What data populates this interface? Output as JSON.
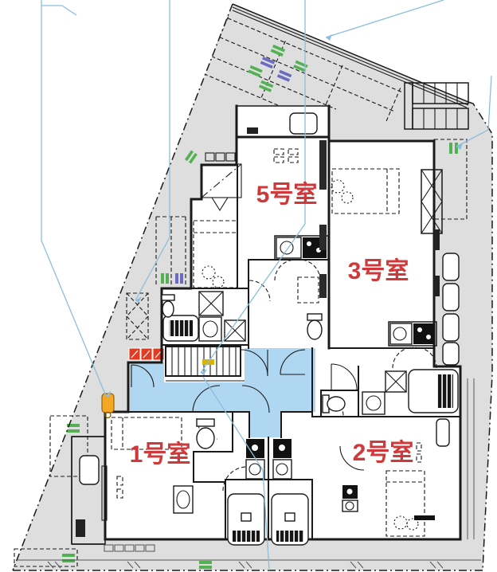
{
  "plan": {
    "type": "apartment-floor-plan",
    "rooms": [
      {
        "id": "room-1",
        "label": "1号室"
      },
      {
        "id": "room-2",
        "label": "2号室"
      },
      {
        "id": "room-3",
        "label": "3号室"
      },
      {
        "id": "room-5",
        "label": "5号室"
      }
    ]
  },
  "colors": {
    "site_gray": "#DEDEDE",
    "rack_gray": "#D6D6D6",
    "building_white": "#FFFFFF",
    "corridor_blue": "#AFD7F2",
    "entrance_tile_red": "#E23B23",
    "bicycle_area_green": "#CDE8AC",
    "planting_green": "#53B153",
    "planting_blue": "#6B6BBF",
    "boundary_blue": "#8CBEDC",
    "label_red": "#CE3A3B",
    "stair_marker_yellow": "#D9B300",
    "cylinder_orange": "#F5A623",
    "wall_black": "#1A1A1A"
  }
}
